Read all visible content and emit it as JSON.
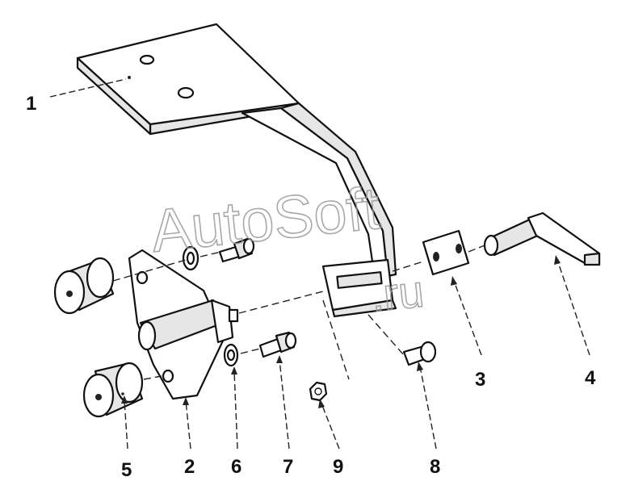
{
  "diagram": {
    "watermark": [
      "AutoSoft",
      ".ru"
    ],
    "callouts": [
      {
        "id": "1",
        "label": "1"
      },
      {
        "id": "2",
        "label": "2"
      },
      {
        "id": "3",
        "label": "3"
      },
      {
        "id": "4",
        "label": "4"
      },
      {
        "id": "5",
        "label": "5"
      },
      {
        "id": "6",
        "label": "6"
      },
      {
        "id": "7",
        "label": "7"
      },
      {
        "id": "8",
        "label": "8"
      },
      {
        "id": "9",
        "label": "9"
      }
    ]
  }
}
